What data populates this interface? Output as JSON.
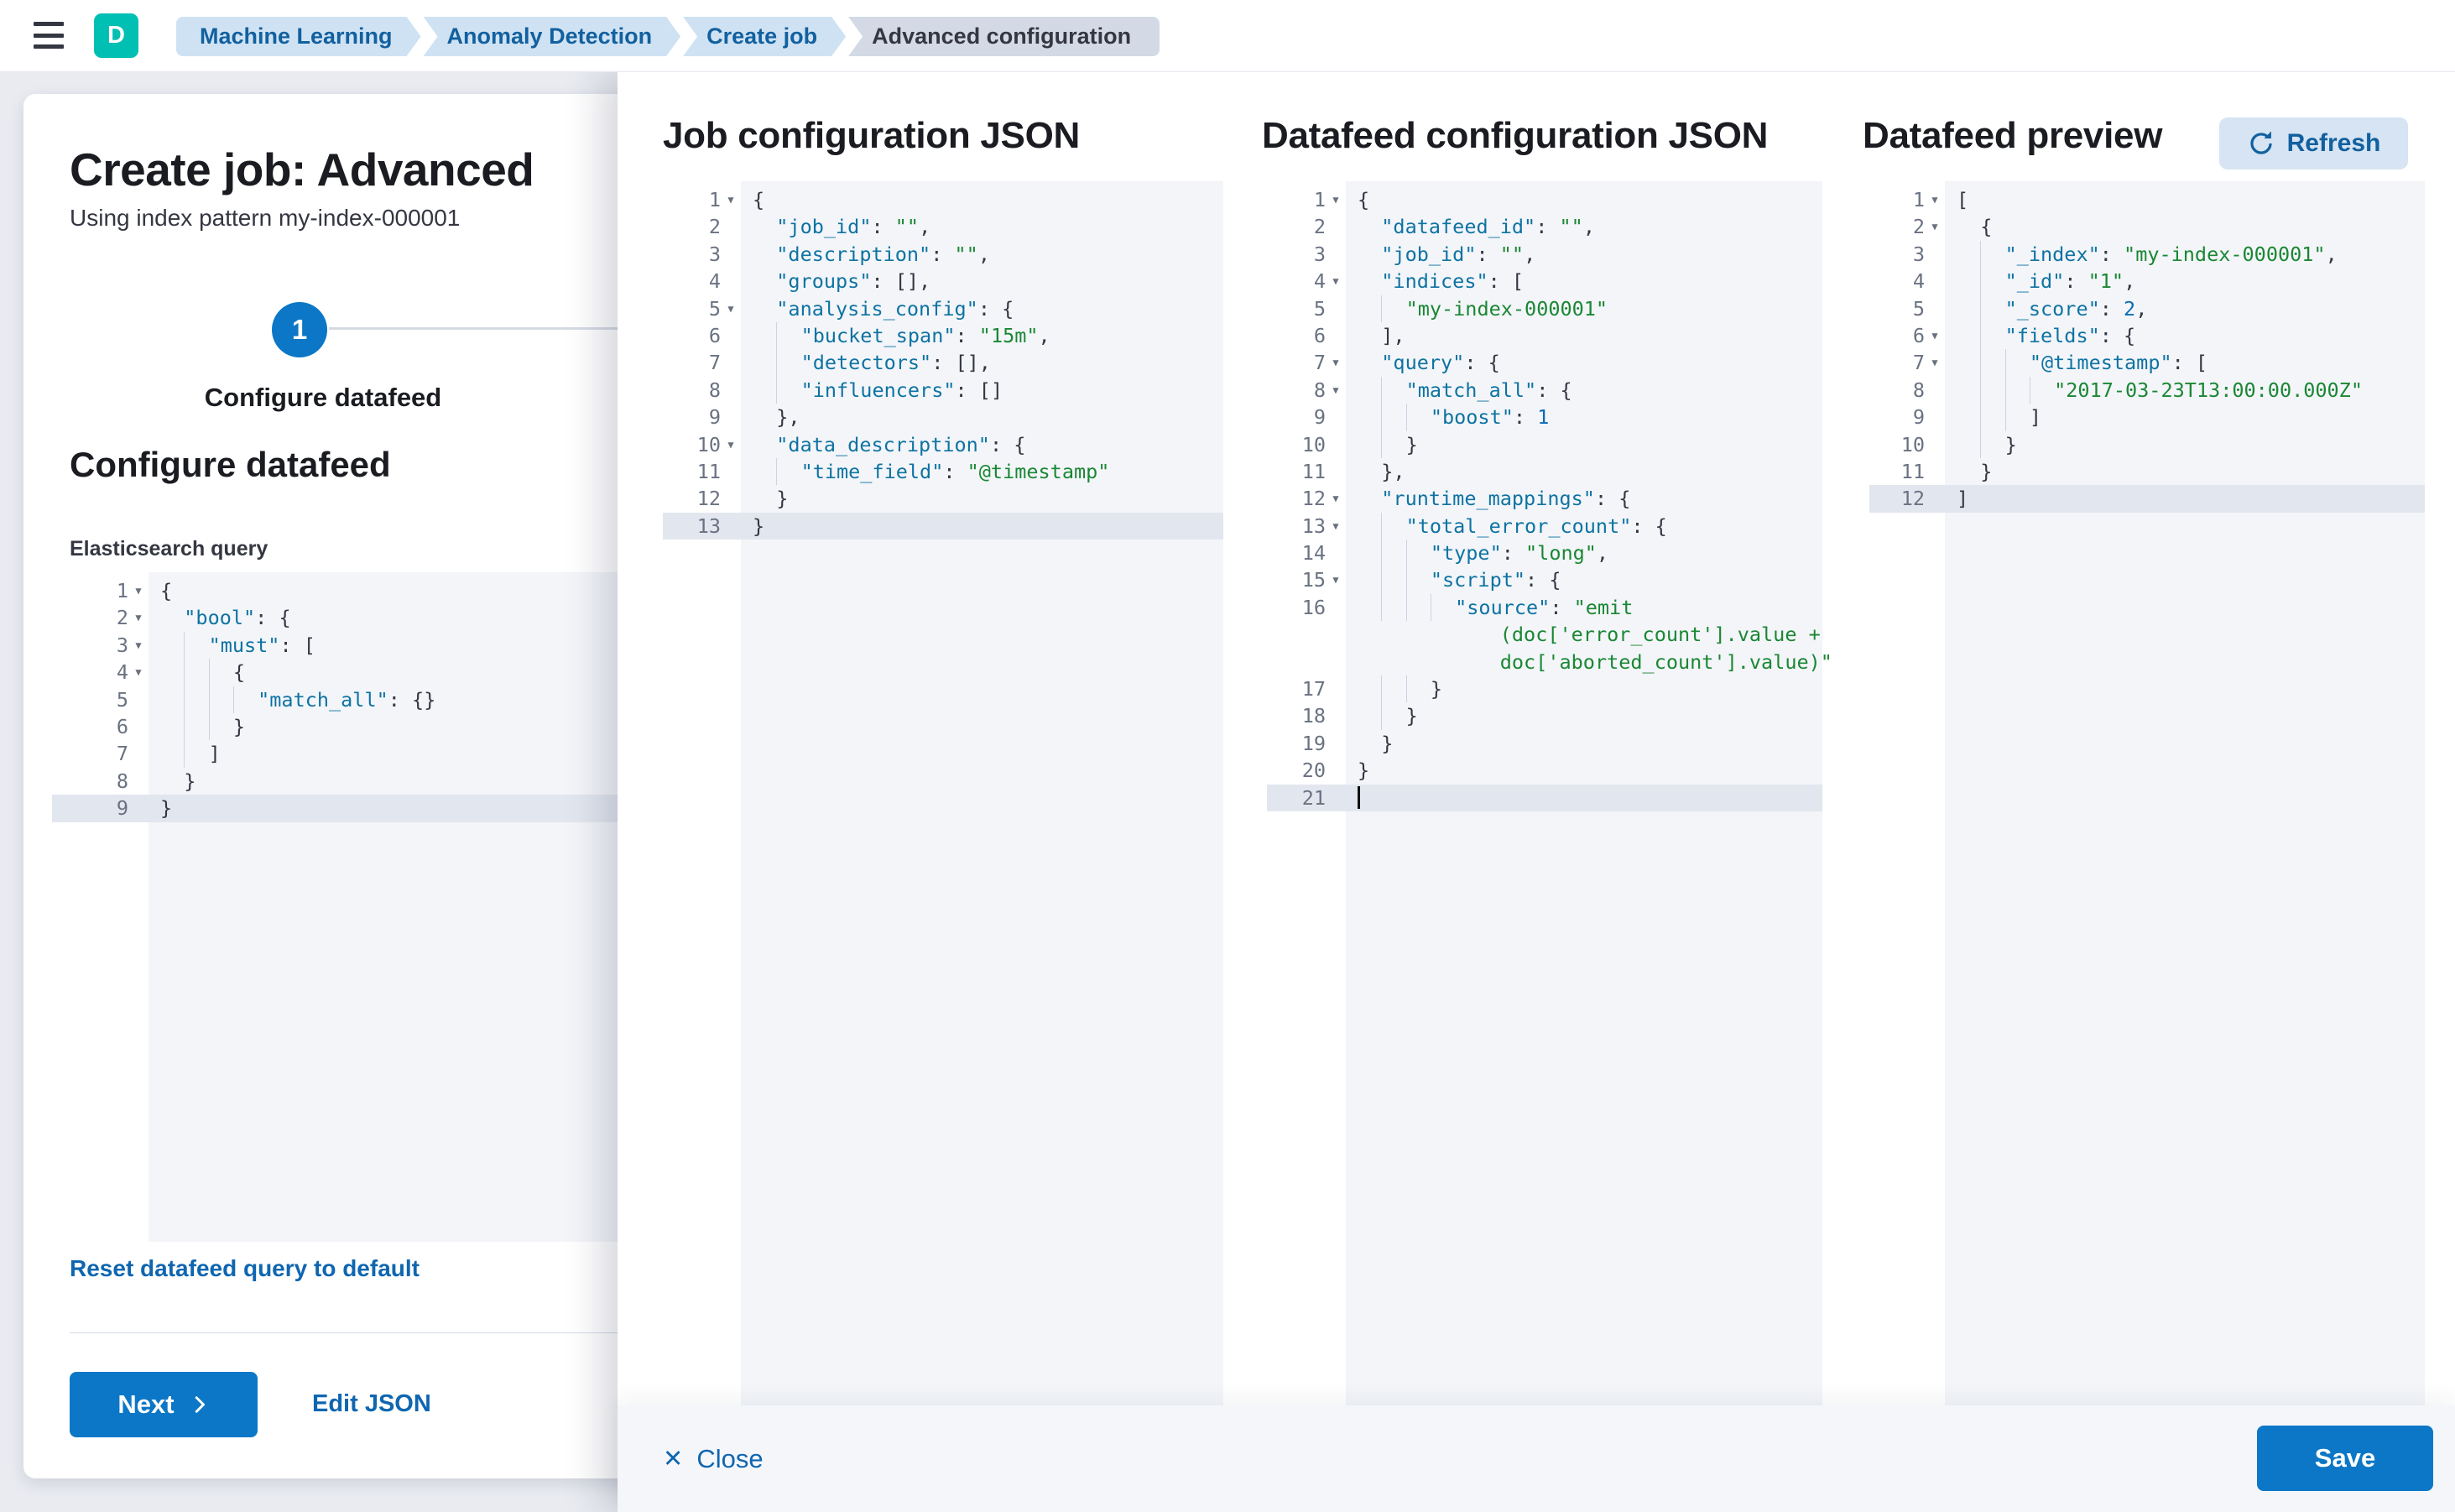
{
  "colors": {
    "primary_button": "#0b77c6",
    "link_blue": "#0f66b0",
    "avatar_teal": "#00bfb3",
    "breadcrumb_blue_bg": "#cfe2f3",
    "breadcrumb_gray_bg": "#d3dae6",
    "code_key": "#0e73a2",
    "code_string": "#1a8733",
    "code_number": "#0a6cb2",
    "active_line_bg": "#e2e7ef"
  },
  "header": {
    "avatar_initial": "D",
    "breadcrumbs": [
      {
        "label": "Machine Learning"
      },
      {
        "label": "Anomaly Detection"
      },
      {
        "label": "Create job"
      },
      {
        "label": "Advanced configuration"
      }
    ]
  },
  "wizard": {
    "title": "Create job: Advanced",
    "subtitle": "Using index pattern my-index-000001",
    "step_number": "1",
    "step_label": "Configure datafeed",
    "section_heading": "Configure datafeed",
    "query_label": "Elasticsearch query",
    "reset_link": "Reset datafeed query to default",
    "next_button": "Next",
    "edit_json_link": "Edit JSON"
  },
  "flyout": {
    "panels": [
      {
        "title": "Job configuration JSON"
      },
      {
        "title": "Datafeed configuration JSON"
      },
      {
        "title": "Datafeed preview",
        "refresh_button": "Refresh"
      }
    ],
    "close_button": "Close",
    "save_button": "Save"
  },
  "editors": {
    "es_query": {
      "gutter": 115,
      "lines": [
        {
          "n": "1",
          "fold": true,
          "ind": 0,
          "tok": [
            [
              "p",
              "{"
            ]
          ]
        },
        {
          "n": "2",
          "fold": true,
          "ind": 1,
          "tok": [
            [
              "k",
              "\"bool\""
            ],
            [
              "p",
              ": {"
            ]
          ]
        },
        {
          "n": "3",
          "fold": true,
          "ind": 2,
          "tok": [
            [
              "k",
              "\"must\""
            ],
            [
              "p",
              ": ["
            ]
          ]
        },
        {
          "n": "4",
          "fold": true,
          "ind": 3,
          "tok": [
            [
              "p",
              "{"
            ]
          ]
        },
        {
          "n": "5",
          "ind": 4,
          "tok": [
            [
              "k",
              "\"match_all\""
            ],
            [
              "p",
              ": {}"
            ]
          ]
        },
        {
          "n": "6",
          "ind": 3,
          "tok": [
            [
              "p",
              "}"
            ]
          ]
        },
        {
          "n": "7",
          "ind": 2,
          "tok": [
            [
              "p",
              "]"
            ]
          ]
        },
        {
          "n": "8",
          "ind": 1,
          "tok": [
            [
              "p",
              "}"
            ]
          ]
        },
        {
          "n": "9",
          "ind": 0,
          "active": true,
          "tok": [
            [
              "p",
              "}"
            ]
          ]
        }
      ]
    },
    "job_config": {
      "gutter": 93,
      "lines": [
        {
          "n": "1",
          "fold": true,
          "ind": 0,
          "tok": [
            [
              "p",
              "{"
            ]
          ]
        },
        {
          "n": "2",
          "ind": 1,
          "tok": [
            [
              "k",
              "\"job_id\""
            ],
            [
              "p",
              ": "
            ],
            [
              "s",
              "\"\""
            ],
            [
              "p",
              ","
            ]
          ]
        },
        {
          "n": "3",
          "ind": 1,
          "tok": [
            [
              "k",
              "\"description\""
            ],
            [
              "p",
              ": "
            ],
            [
              "s",
              "\"\""
            ],
            [
              "p",
              ","
            ]
          ]
        },
        {
          "n": "4",
          "ind": 1,
          "tok": [
            [
              "k",
              "\"groups\""
            ],
            [
              "p",
              ": [],"
            ]
          ]
        },
        {
          "n": "5",
          "fold": true,
          "ind": 1,
          "tok": [
            [
              "k",
              "\"analysis_config\""
            ],
            [
              "p",
              ": {"
            ]
          ]
        },
        {
          "n": "6",
          "ind": 2,
          "tok": [
            [
              "k",
              "\"bucket_span\""
            ],
            [
              "p",
              ": "
            ],
            [
              "s",
              "\"15m\""
            ],
            [
              "p",
              ","
            ]
          ]
        },
        {
          "n": "7",
          "ind": 2,
          "tok": [
            [
              "k",
              "\"detectors\""
            ],
            [
              "p",
              ": [],"
            ]
          ]
        },
        {
          "n": "8",
          "ind": 2,
          "tok": [
            [
              "k",
              "\"influencers\""
            ],
            [
              "p",
              ": []"
            ]
          ]
        },
        {
          "n": "9",
          "ind": 1,
          "tok": [
            [
              "p",
              "},"
            ]
          ]
        },
        {
          "n": "10",
          "fold": true,
          "ind": 1,
          "tok": [
            [
              "k",
              "\"data_description\""
            ],
            [
              "p",
              ": {"
            ]
          ]
        },
        {
          "n": "11",
          "ind": 2,
          "tok": [
            [
              "k",
              "\"time_field\""
            ],
            [
              "p",
              ": "
            ],
            [
              "s",
              "\"@timestamp\""
            ]
          ]
        },
        {
          "n": "12",
          "ind": 1,
          "tok": [
            [
              "p",
              "}"
            ]
          ]
        },
        {
          "n": "13",
          "ind": 0,
          "active": true,
          "tok": [
            [
              "p",
              "}"
            ]
          ]
        }
      ]
    },
    "datafeed_config": {
      "gutter": 94,
      "lines": [
        {
          "n": "1",
          "fold": true,
          "ind": 0,
          "tok": [
            [
              "p",
              "{"
            ]
          ]
        },
        {
          "n": "2",
          "ind": 1,
          "tok": [
            [
              "k",
              "\"datafeed_id\""
            ],
            [
              "p",
              ": "
            ],
            [
              "s",
              "\"\""
            ],
            [
              "p",
              ","
            ]
          ]
        },
        {
          "n": "3",
          "ind": 1,
          "tok": [
            [
              "k",
              "\"job_id\""
            ],
            [
              "p",
              ": "
            ],
            [
              "s",
              "\"\""
            ],
            [
              "p",
              ","
            ]
          ]
        },
        {
          "n": "4",
          "fold": true,
          "ind": 1,
          "tok": [
            [
              "k",
              "\"indices\""
            ],
            [
              "p",
              ": ["
            ]
          ]
        },
        {
          "n": "5",
          "ind": 2,
          "tok": [
            [
              "s",
              "\"my-index-000001\""
            ]
          ]
        },
        {
          "n": "6",
          "ind": 1,
          "tok": [
            [
              "p",
              "],"
            ]
          ]
        },
        {
          "n": "7",
          "fold": true,
          "ind": 1,
          "tok": [
            [
              "k",
              "\"query\""
            ],
            [
              "p",
              ": {"
            ]
          ]
        },
        {
          "n": "8",
          "fold": true,
          "ind": 2,
          "tok": [
            [
              "k",
              "\"match_all\""
            ],
            [
              "p",
              ": {"
            ]
          ]
        },
        {
          "n": "9",
          "ind": 3,
          "tok": [
            [
              "k",
              "\"boost\""
            ],
            [
              "p",
              ": "
            ],
            [
              "n",
              "1"
            ]
          ]
        },
        {
          "n": "10",
          "ind": 2,
          "tok": [
            [
              "p",
              "}"
            ]
          ]
        },
        {
          "n": "11",
          "ind": 1,
          "tok": [
            [
              "p",
              "},"
            ]
          ]
        },
        {
          "n": "12",
          "fold": true,
          "ind": 1,
          "tok": [
            [
              "k",
              "\"runtime_mappings\""
            ],
            [
              "p",
              ": {"
            ]
          ]
        },
        {
          "n": "13",
          "fold": true,
          "ind": 2,
          "tok": [
            [
              "k",
              "\"total_error_count\""
            ],
            [
              "p",
              ": {"
            ]
          ]
        },
        {
          "n": "14",
          "ind": 3,
          "tok": [
            [
              "k",
              "\"type\""
            ],
            [
              "p",
              ": "
            ],
            [
              "s",
              "\"long\""
            ],
            [
              "p",
              ","
            ]
          ]
        },
        {
          "n": "15",
          "fold": true,
          "ind": 3,
          "tok": [
            [
              "k",
              "\"script\""
            ],
            [
              "p",
              ": {"
            ]
          ]
        },
        {
          "n": "16",
          "ind": 4,
          "tok": [
            [
              "k",
              "\"source\""
            ],
            [
              "p",
              ": "
            ],
            [
              "s",
              "\"emit"
            ]
          ]
        },
        {
          "wrap": 12,
          "tok": [
            [
              "s",
              "(doc['error_count'].value +"
            ]
          ]
        },
        {
          "wrap": 12,
          "tok": [
            [
              "s",
              "doc['aborted_count'].value)\""
            ]
          ]
        },
        {
          "n": "17",
          "ind": 3,
          "tok": [
            [
              "p",
              "}"
            ]
          ]
        },
        {
          "n": "18",
          "ind": 2,
          "tok": [
            [
              "p",
              "}"
            ]
          ]
        },
        {
          "n": "19",
          "ind": 1,
          "tok": [
            [
              "p",
              "}"
            ]
          ]
        },
        {
          "n": "20",
          "ind": 0,
          "tok": [
            [
              "p",
              "}"
            ]
          ]
        },
        {
          "n": "21",
          "ind": 0,
          "active": true,
          "cursor": true,
          "tok": []
        }
      ]
    },
    "datafeed_preview": {
      "gutter": 90,
      "lines": [
        {
          "n": "1",
          "fold": true,
          "ind": 0,
          "tok": [
            [
              "p",
              "["
            ]
          ]
        },
        {
          "n": "2",
          "fold": true,
          "ind": 1,
          "tok": [
            [
              "p",
              "{"
            ]
          ]
        },
        {
          "n": "3",
          "ind": 2,
          "tok": [
            [
              "k",
              "\"_index\""
            ],
            [
              "p",
              ": "
            ],
            [
              "s",
              "\"my-index-000001\""
            ],
            [
              "p",
              ","
            ]
          ]
        },
        {
          "n": "4",
          "ind": 2,
          "tok": [
            [
              "k",
              "\"_id\""
            ],
            [
              "p",
              ": "
            ],
            [
              "s",
              "\"1\""
            ],
            [
              "p",
              ","
            ]
          ]
        },
        {
          "n": "5",
          "ind": 2,
          "tok": [
            [
              "k",
              "\"_score\""
            ],
            [
              "p",
              ": "
            ],
            [
              "n",
              "2"
            ],
            [
              "p",
              ","
            ]
          ]
        },
        {
          "n": "6",
          "fold": true,
          "ind": 2,
          "tok": [
            [
              "k",
              "\"fields\""
            ],
            [
              "p",
              ": {"
            ]
          ]
        },
        {
          "n": "7",
          "fold": true,
          "ind": 3,
          "tok": [
            [
              "k",
              "\"@timestamp\""
            ],
            [
              "p",
              ": ["
            ]
          ]
        },
        {
          "n": "8",
          "ind": 4,
          "tok": [
            [
              "s",
              "\"2017-03-23T13:00:00.000Z\""
            ]
          ]
        },
        {
          "n": "9",
          "ind": 3,
          "tok": [
            [
              "p",
              "]"
            ]
          ]
        },
        {
          "n": "10",
          "ind": 2,
          "tok": [
            [
              "p",
              "}"
            ]
          ]
        },
        {
          "n": "11",
          "ind": 1,
          "tok": [
            [
              "p",
              "}"
            ]
          ]
        },
        {
          "n": "12",
          "ind": 0,
          "active": true,
          "tok": [
            [
              "p",
              "]"
            ]
          ]
        }
      ]
    }
  }
}
